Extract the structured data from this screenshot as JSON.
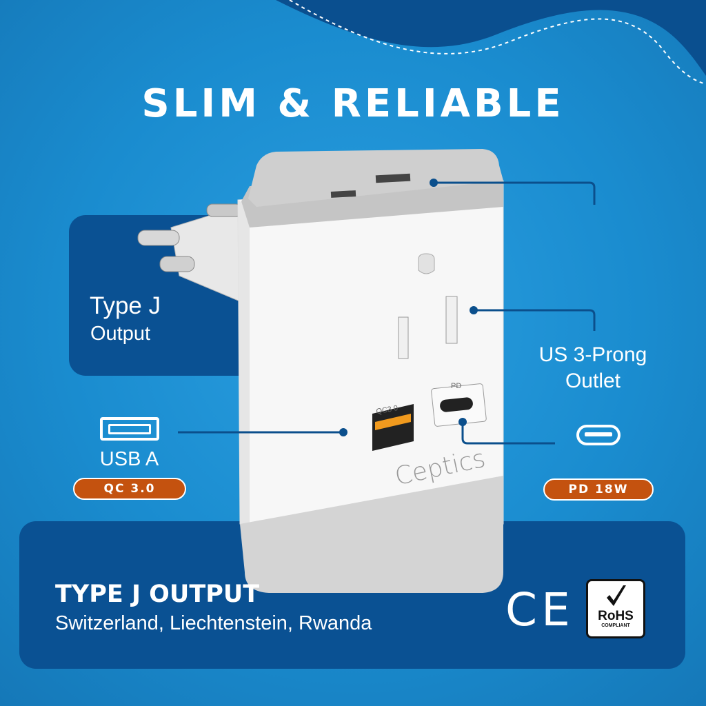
{
  "title": "SLIM & RELIABLE",
  "callouts": {
    "type_j": {
      "title": "Type J",
      "subtitle": "Output"
    },
    "us_outlet": {
      "line1": "US 3-Prong",
      "line2": "Outlet"
    },
    "usb_a": {
      "label": "USB A",
      "badge": "QC 3.0",
      "icon": "usb-a-icon"
    },
    "usb_c": {
      "badge": "PD 18W",
      "icon": "usb-c-icon"
    }
  },
  "product": {
    "brand": "Ceptics",
    "port_a_label": "QC3 0",
    "port_c_label": "PD"
  },
  "bottom": {
    "title": "TYPE J OUTPUT",
    "countries": "Switzerland, Liechtenstein, Rwanda",
    "ce_mark": "CE",
    "rohs": "RoHS",
    "rohs_sub": "COMPLIANT"
  },
  "colors": {
    "background": "#1a8ccf",
    "panel": "#0a5193",
    "badge": "#c4520f",
    "accent_line": "#0b4f8c"
  }
}
